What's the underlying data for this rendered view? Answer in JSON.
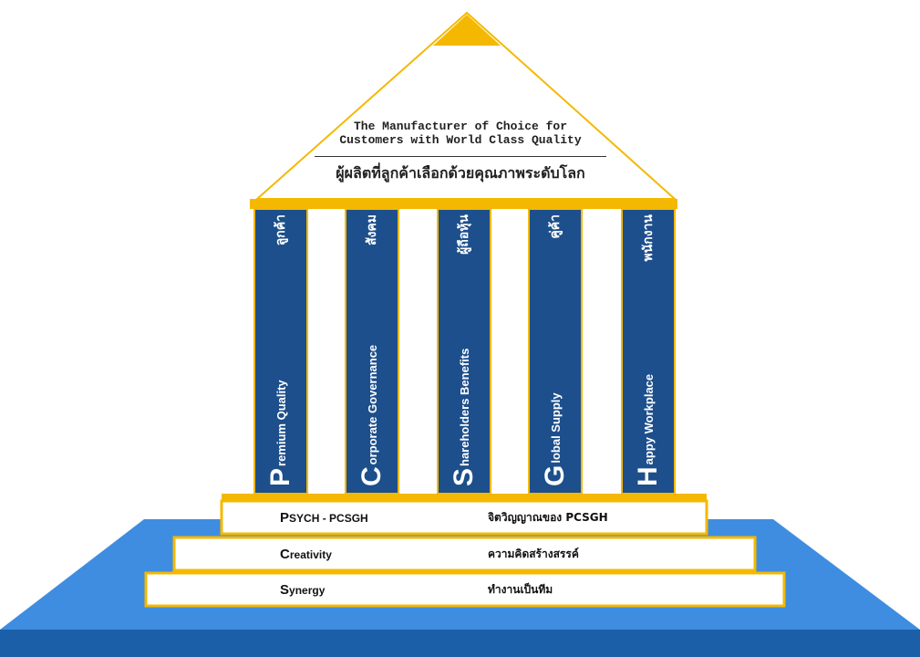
{
  "roof": {
    "english_line1": "The Manufacturer of Choice for",
    "english_line2": "Customers with World Class Quality",
    "thai": "ผู้ผลิตที่ลูกค้าเลือกด้วยคุณภาพระดับโลก"
  },
  "pillars": [
    {
      "initial": "P",
      "rest": "remium Quality",
      "thai": "ลูกค้า"
    },
    {
      "initial": "C",
      "rest": "orporate Governance",
      "thai": "สังคม"
    },
    {
      "initial": "S",
      "rest": "hareholders Benefits",
      "thai": "ผู้ถือหุ้น"
    },
    {
      "initial": "G",
      "rest": "lobal Supply",
      "thai": "คู่ค้า"
    },
    {
      "initial": "H",
      "rest": "appy Workplace",
      "thai": "พนักงาน"
    }
  ],
  "steps": [
    {
      "initial": "P",
      "rest": "SYCH - PCSGH",
      "thai": "จิตวิญญาณของ PCSGH"
    },
    {
      "initial": "C",
      "rest": "reativity",
      "thai": "ความคิดสร้างสรรค์"
    },
    {
      "initial": "S",
      "rest": "ynergy",
      "thai": "ทำงานเป็นทีม"
    }
  ],
  "colors": {
    "pillar_blue": "#1d4f8c",
    "gold": "#f5b800",
    "platform_top": "#3f8de0",
    "platform_front": "#1a5fa8"
  }
}
